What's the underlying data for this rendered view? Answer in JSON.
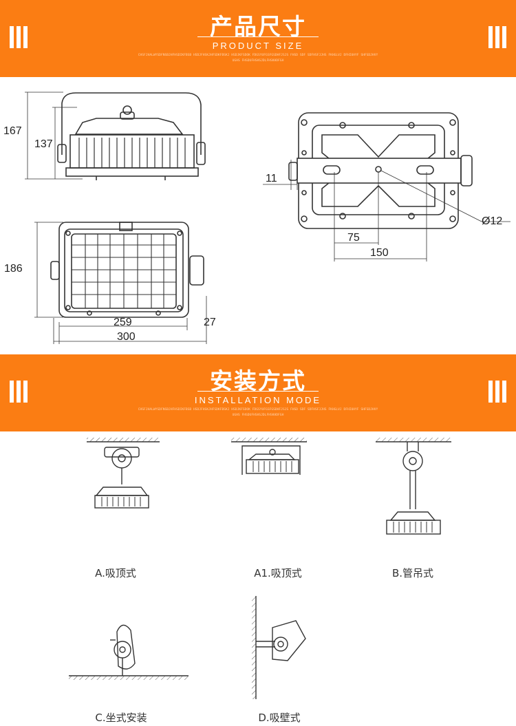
{
  "size_banner": {
    "title": "产品尺寸",
    "subtitle": "PRODUCT SIZE",
    "fine_print": "CHSFJHALWYSDFNSBJHFHSDIKFBSB HSDJFHSKJHFSDKFBSKJ HSDJKFSDOK FDGSYUFGSFGSDHFJSJS FHSD SDF SDFHSFJJHS FKHGLVJ DFHIUHYF SHFSDJHVYUGHS FHSDUFHSHSJDLFHSKHDFGH"
  },
  "dimensions": {
    "side_total_height": "167",
    "side_body_height": "137",
    "front_height": "186",
    "front_width_inner": "259",
    "front_bracket": "27",
    "front_width_total": "300",
    "back_offset": "11",
    "back_hole_spacing": "75",
    "back_bracket_span": "150",
    "back_hole_diameter": "Ø12"
  },
  "install_banner": {
    "title": "安装方式",
    "subtitle": "INSTALLATION MODE",
    "fine_print": "CHSFJHALWYSDFNSBJHFHSDIKFBSB HSDJFHSKJHFSDKFBSKJ HSDJKFSDOK FDGSYUFGSFGSDHFJSJS FHSD SDF SDFHSFJJHS FKHGLVJ DFHIUHYF SHFSDJHVYUGHS FHSDUFHSHSJDLFHSKHDFGH"
  },
  "install_modes": [
    {
      "caption": "A.吸顶式"
    },
    {
      "caption": "A1.吸顶式"
    },
    {
      "caption": "B.管吊式"
    },
    {
      "caption": "C.坐式安装"
    },
    {
      "caption": "D.吸壁式"
    }
  ]
}
